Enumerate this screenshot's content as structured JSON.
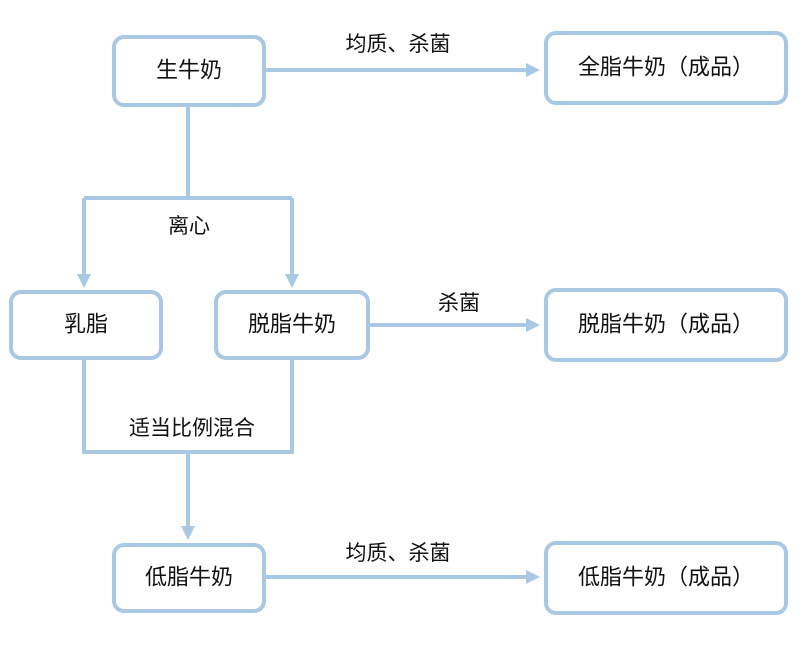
{
  "nodes": {
    "raw_milk": "生牛奶",
    "whole_milk_product": "全脂牛奶（成品）",
    "cream": "乳脂",
    "skim_milk": "脱脂牛奶",
    "skim_milk_product": "脱脂牛奶（成品）",
    "low_fat_milk": "低脂牛奶",
    "low_fat_milk_product": "低脂牛奶（成品）"
  },
  "edges": {
    "homogenize_sterilize_top": "均质、杀菌",
    "centrifuge": "离心",
    "sterilize": "杀菌",
    "mix_ratio": "适当比例混合",
    "homogenize_sterilize_bottom": "均质、杀菌"
  },
  "colors": {
    "stroke": "#a9c8e4",
    "text": "#111111",
    "background": "#ffffff"
  }
}
